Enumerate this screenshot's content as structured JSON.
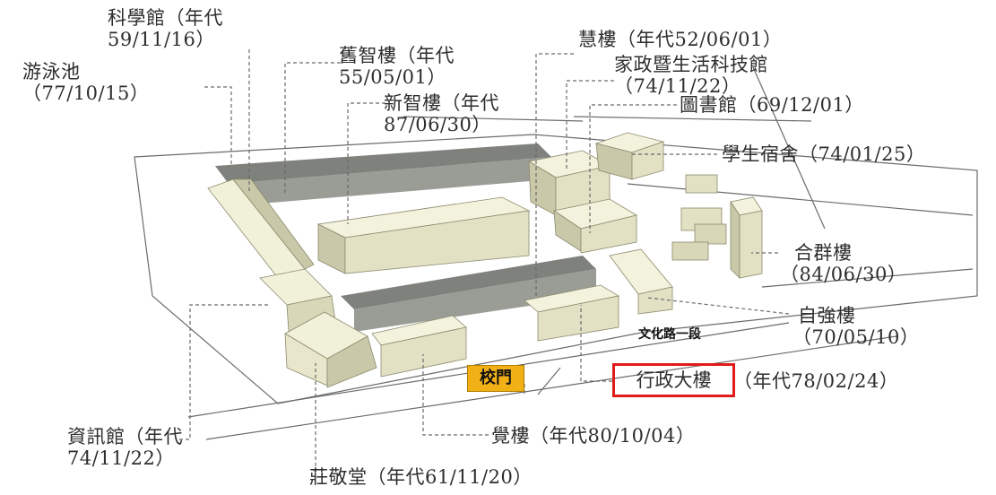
{
  "labels": {
    "science": {
      "line1": "科學館（年代",
      "line2": "59/11/16）"
    },
    "pool": {
      "line1": "游泳池",
      "line2": "（77/10/15）"
    },
    "old_zhi": {
      "line1": "舊智樓（年代",
      "line2": "55/05/01）"
    },
    "new_zhi": {
      "line1": "新智樓（年代",
      "line2": "87/06/30）"
    },
    "hui": {
      "line1": "慧樓（年代52/06/01）"
    },
    "home_ec": {
      "line1": "家政暨生活科技館",
      "line2": "（74/11/22）"
    },
    "library": {
      "line1": "圖書館（69/12/01）"
    },
    "dorm": {
      "line1": "學生宿舍（74/01/25）"
    },
    "hequn": {
      "line1": "合群樓",
      "line2": "（84/06/30）"
    },
    "ziqiang": {
      "line1": "自強樓",
      "line2": "（70/05/10）"
    },
    "road": "文化路一段",
    "gate": "校門",
    "admin_name": "行政大樓",
    "admin_year": "（年代78/02/24）",
    "jue": {
      "line1": "覺樓（年代80/10/04）"
    },
    "info": {
      "line1": "資訊館（年代",
      "line2": "74/11/22）"
    },
    "zhuang": {
      "line1": "莊敬堂（年代61/11/20）"
    }
  },
  "colors": {
    "building": "#ecebcf",
    "building_dark": "#c9c8a8",
    "gray_building": "#8a8c86",
    "road_line": "#555555",
    "gate_fill": "#f2b017",
    "highlight": "#e01b1b"
  }
}
